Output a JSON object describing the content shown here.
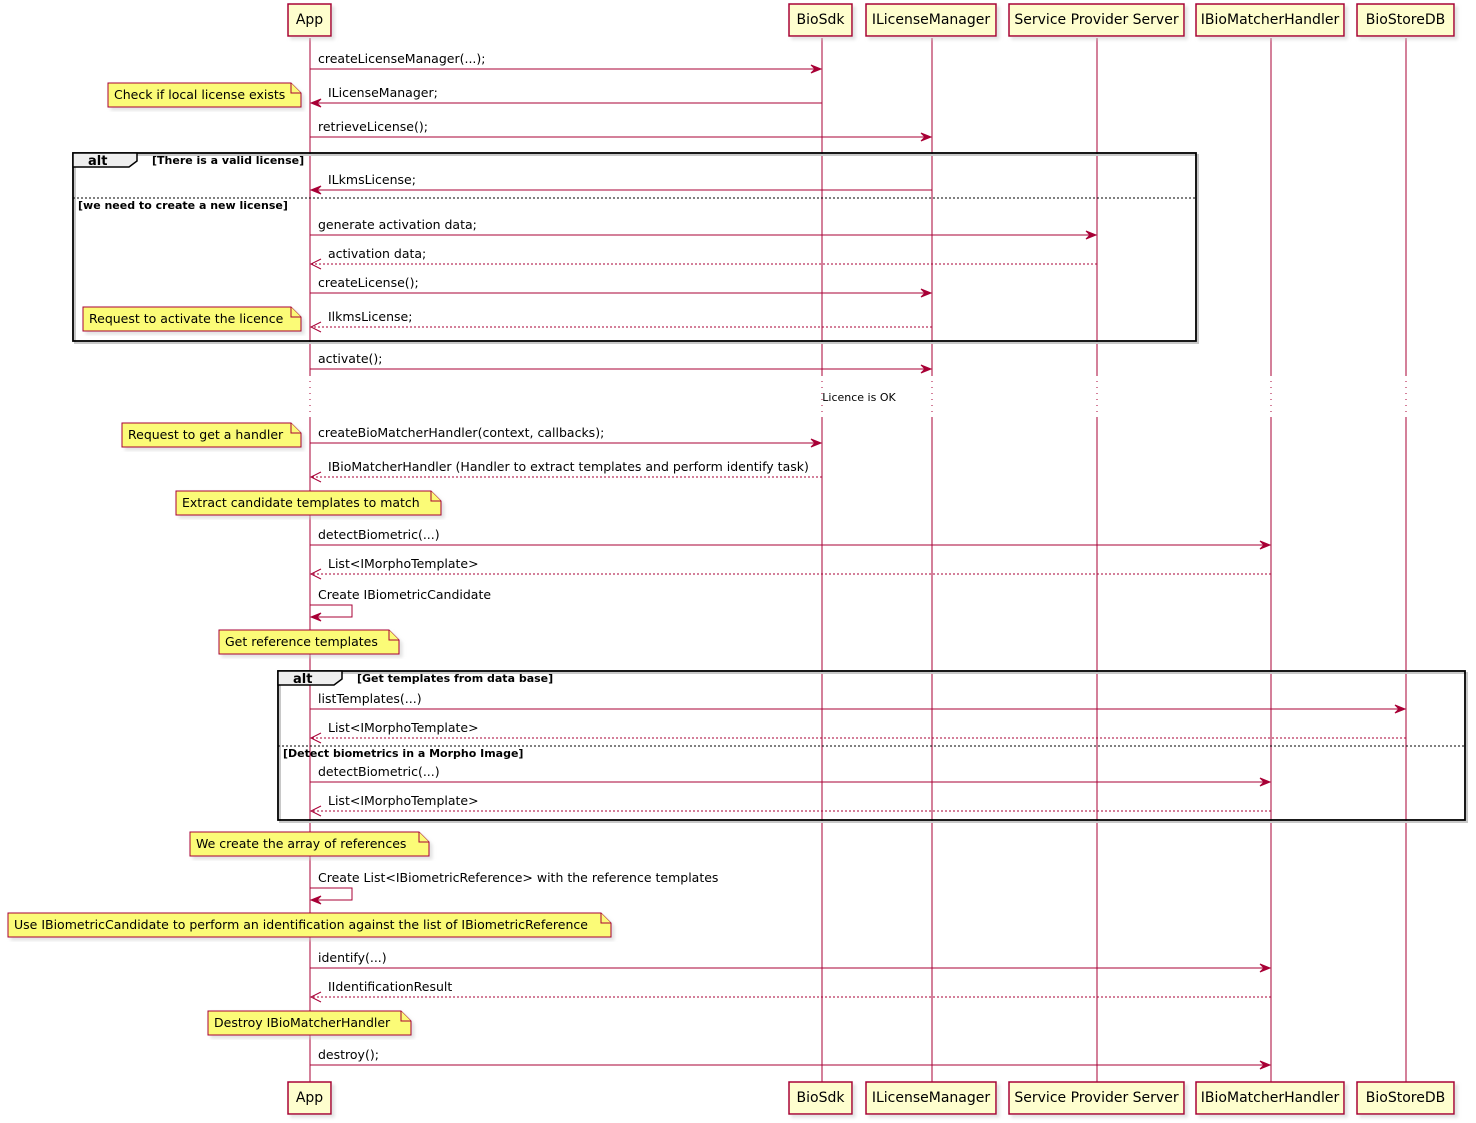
{
  "participants": [
    {
      "id": "app",
      "label": "App"
    },
    {
      "id": "biosdk",
      "label": "BioSdk"
    },
    {
      "id": "ilm",
      "label": "ILicenseManager"
    },
    {
      "id": "sps",
      "label": "Service Provider Server"
    },
    {
      "id": "ibmh",
      "label": "IBioMatcherHandler"
    },
    {
      "id": "bsdb",
      "label": "BioStoreDB"
    }
  ],
  "messages": [
    {
      "from": "app",
      "to": "biosdk",
      "text": "createLicenseManager(...);",
      "dashed": false
    },
    {
      "from": "biosdk",
      "to": "app",
      "text": "ILicenseManager;",
      "dashed": false
    },
    {
      "from": "app",
      "to": "ilm",
      "text": "retrieveLicense();",
      "dashed": false
    },
    {
      "from": "ilm",
      "to": "app",
      "text": "ILkmsLicense;",
      "dashed": false
    },
    {
      "from": "app",
      "to": "sps",
      "text": "generate activation data;",
      "dashed": false
    },
    {
      "from": "sps",
      "to": "app",
      "text": "activation data;",
      "dashed": true
    },
    {
      "from": "app",
      "to": "ilm",
      "text": "createLicense();",
      "dashed": false
    },
    {
      "from": "ilm",
      "to": "app",
      "text": "IlkmsLicense;",
      "dashed": true
    },
    {
      "from": "app",
      "to": "ilm",
      "text": "activate();",
      "dashed": false
    },
    {
      "from": "app",
      "to": "biosdk",
      "text": "createBioMatcherHandler(context, callbacks);",
      "dashed": false
    },
    {
      "from": "biosdk",
      "to": "app",
      "text": "IBioMatcherHandler (Handler to extract templates and perform identify task)",
      "dashed": true
    },
    {
      "from": "app",
      "to": "ibmh",
      "text": "detectBiometric(...)",
      "dashed": false
    },
    {
      "from": "ibmh",
      "to": "app",
      "text": "List<IMorphoTemplate>",
      "dashed": true
    },
    {
      "from": "app",
      "to": "app",
      "text": "Create IBiometricCandidate",
      "dashed": false
    },
    {
      "from": "app",
      "to": "bsdb",
      "text": "listTemplates(...)",
      "dashed": false
    },
    {
      "from": "bsdb",
      "to": "app",
      "text": "List<IMorphoTemplate>",
      "dashed": true
    },
    {
      "from": "app",
      "to": "ibmh",
      "text": "detectBiometric(...)",
      "dashed": false
    },
    {
      "from": "ibmh",
      "to": "app",
      "text": "List<IMorphoTemplate>",
      "dashed": true
    },
    {
      "from": "app",
      "to": "app",
      "text": "Create List<IBiometricReference> with the reference templates",
      "dashed": false
    },
    {
      "from": "app",
      "to": "ibmh",
      "text": "identify(...)",
      "dashed": false
    },
    {
      "from": "ibmh",
      "to": "app",
      "text": "IIdentificationResult",
      "dashed": true
    },
    {
      "from": "app",
      "to": "ibmh",
      "text": "destroy();",
      "dashed": false
    }
  ],
  "notes": [
    {
      "text": "Check if local license exists"
    },
    {
      "text": "Request to activate the licence"
    },
    {
      "text": "Request to get a handler"
    },
    {
      "text": "Extract candidate templates to match"
    },
    {
      "text": "Get reference templates"
    },
    {
      "text": "We create the array of references"
    },
    {
      "text": "Use IBiometricCandidate to perform an identification against the list of IBiometricReference"
    },
    {
      "text": "Destroy IBioMatcherHandler"
    }
  ],
  "frames": [
    {
      "keyword": "alt",
      "condition": "[There is a valid license]",
      "else_condition": "[we need to create a new license]"
    },
    {
      "keyword": "alt",
      "condition": "[Get templates from data base]",
      "else_condition": "[Detect biometrics in a Morpho Image]"
    }
  ],
  "delay": {
    "text": "Licence is OK"
  }
}
